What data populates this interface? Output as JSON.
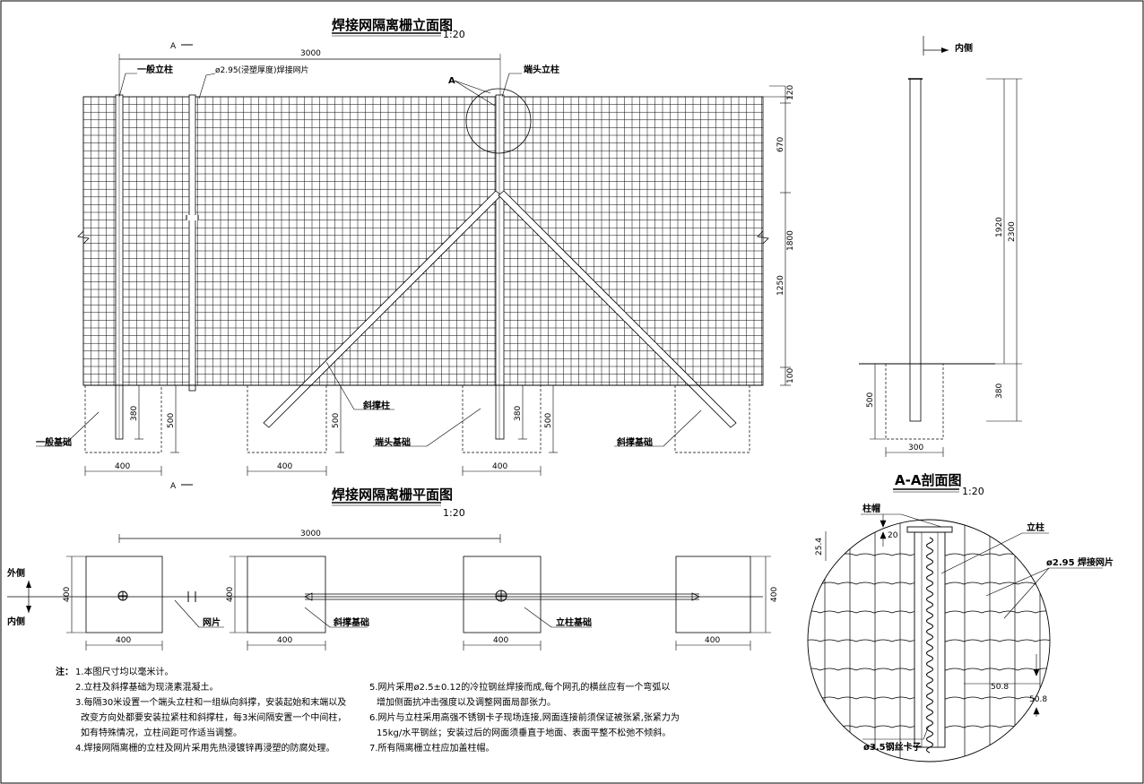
{
  "elevation": {
    "title": "焊接网隔离栅立面图",
    "scale": "1:20",
    "section_mark": "A",
    "dim_span": "3000",
    "label_general_post": "一般立柱",
    "label_mesh_spec": "ø2.95(浸塑厚度)焊接网片",
    "label_detail_ref": "A",
    "label_end_post": "端头立柱",
    "label_brace_post": "斜撑柱",
    "label_general_foundation": "一般基础",
    "label_end_foundation": "端头基础",
    "label_brace_foundation": "斜撑基础",
    "dim_right": [
      "120",
      "670",
      "1800",
      "1250",
      "100"
    ],
    "dim_depth": "380",
    "dim_found_depth": "500",
    "dim_found_width": "400"
  },
  "side_view": {
    "label_inner": "内侧",
    "dims": [
      "1920",
      "2300",
      "380"
    ],
    "dim_found_depth": "500",
    "dim_found_width": "300"
  },
  "plan": {
    "title": "焊接网隔离栅平面图",
    "scale": "1:20",
    "dim_span": "3000",
    "label_outer": "外侧",
    "label_inner": "内侧",
    "label_mesh": "网片",
    "label_brace_foundation": "斜撑基础",
    "label_post_foundation": "立柱基础",
    "dim_400": "400"
  },
  "section": {
    "title": "A-A剖面图",
    "scale": "1:20",
    "label_cap": "柱帽",
    "label_post": "立柱",
    "label_mesh": "ø2.95 焊接网片",
    "label_clip": "ø3.5钢丝卡子",
    "dims": [
      "25.4",
      "20",
      "50.8",
      "50.8"
    ]
  },
  "notes": {
    "prefix": "注：",
    "left": [
      "1.本图尺寸均以毫米计。",
      "2.立柱及斜撑基础为现浇素混凝土。",
      "3.每隔30米设置一个端头立柱和一组纵向斜撑，安装起始和末端以及",
      "改变方向处都要安装拉紧柱和斜撑柱，每3米间隔安置一个中间柱，",
      "如有特殊情况，立柱间距可作适当调整。",
      "4.焊接网隔离栅的立柱及网片采用先热浸镀锌再浸塑的防腐处理。"
    ],
    "right": [
      "5.网片采用ø2.5±0.12的冷拉钢丝焊接而成,每个网孔的横丝应有一个弯弧以",
      "增加侧面抗冲击强度以及调整网面局部张力。",
      "6.网片与立柱采用高强不锈钢卡子现场连接,网面连接前须保证被张紧,张紧力为",
      "15kg/水平钢丝；安装过后的网面须垂直于地面、表面平整不松弛不倾斜。",
      "7.所有隔离栅立柱应加盖柱帽。"
    ]
  }
}
